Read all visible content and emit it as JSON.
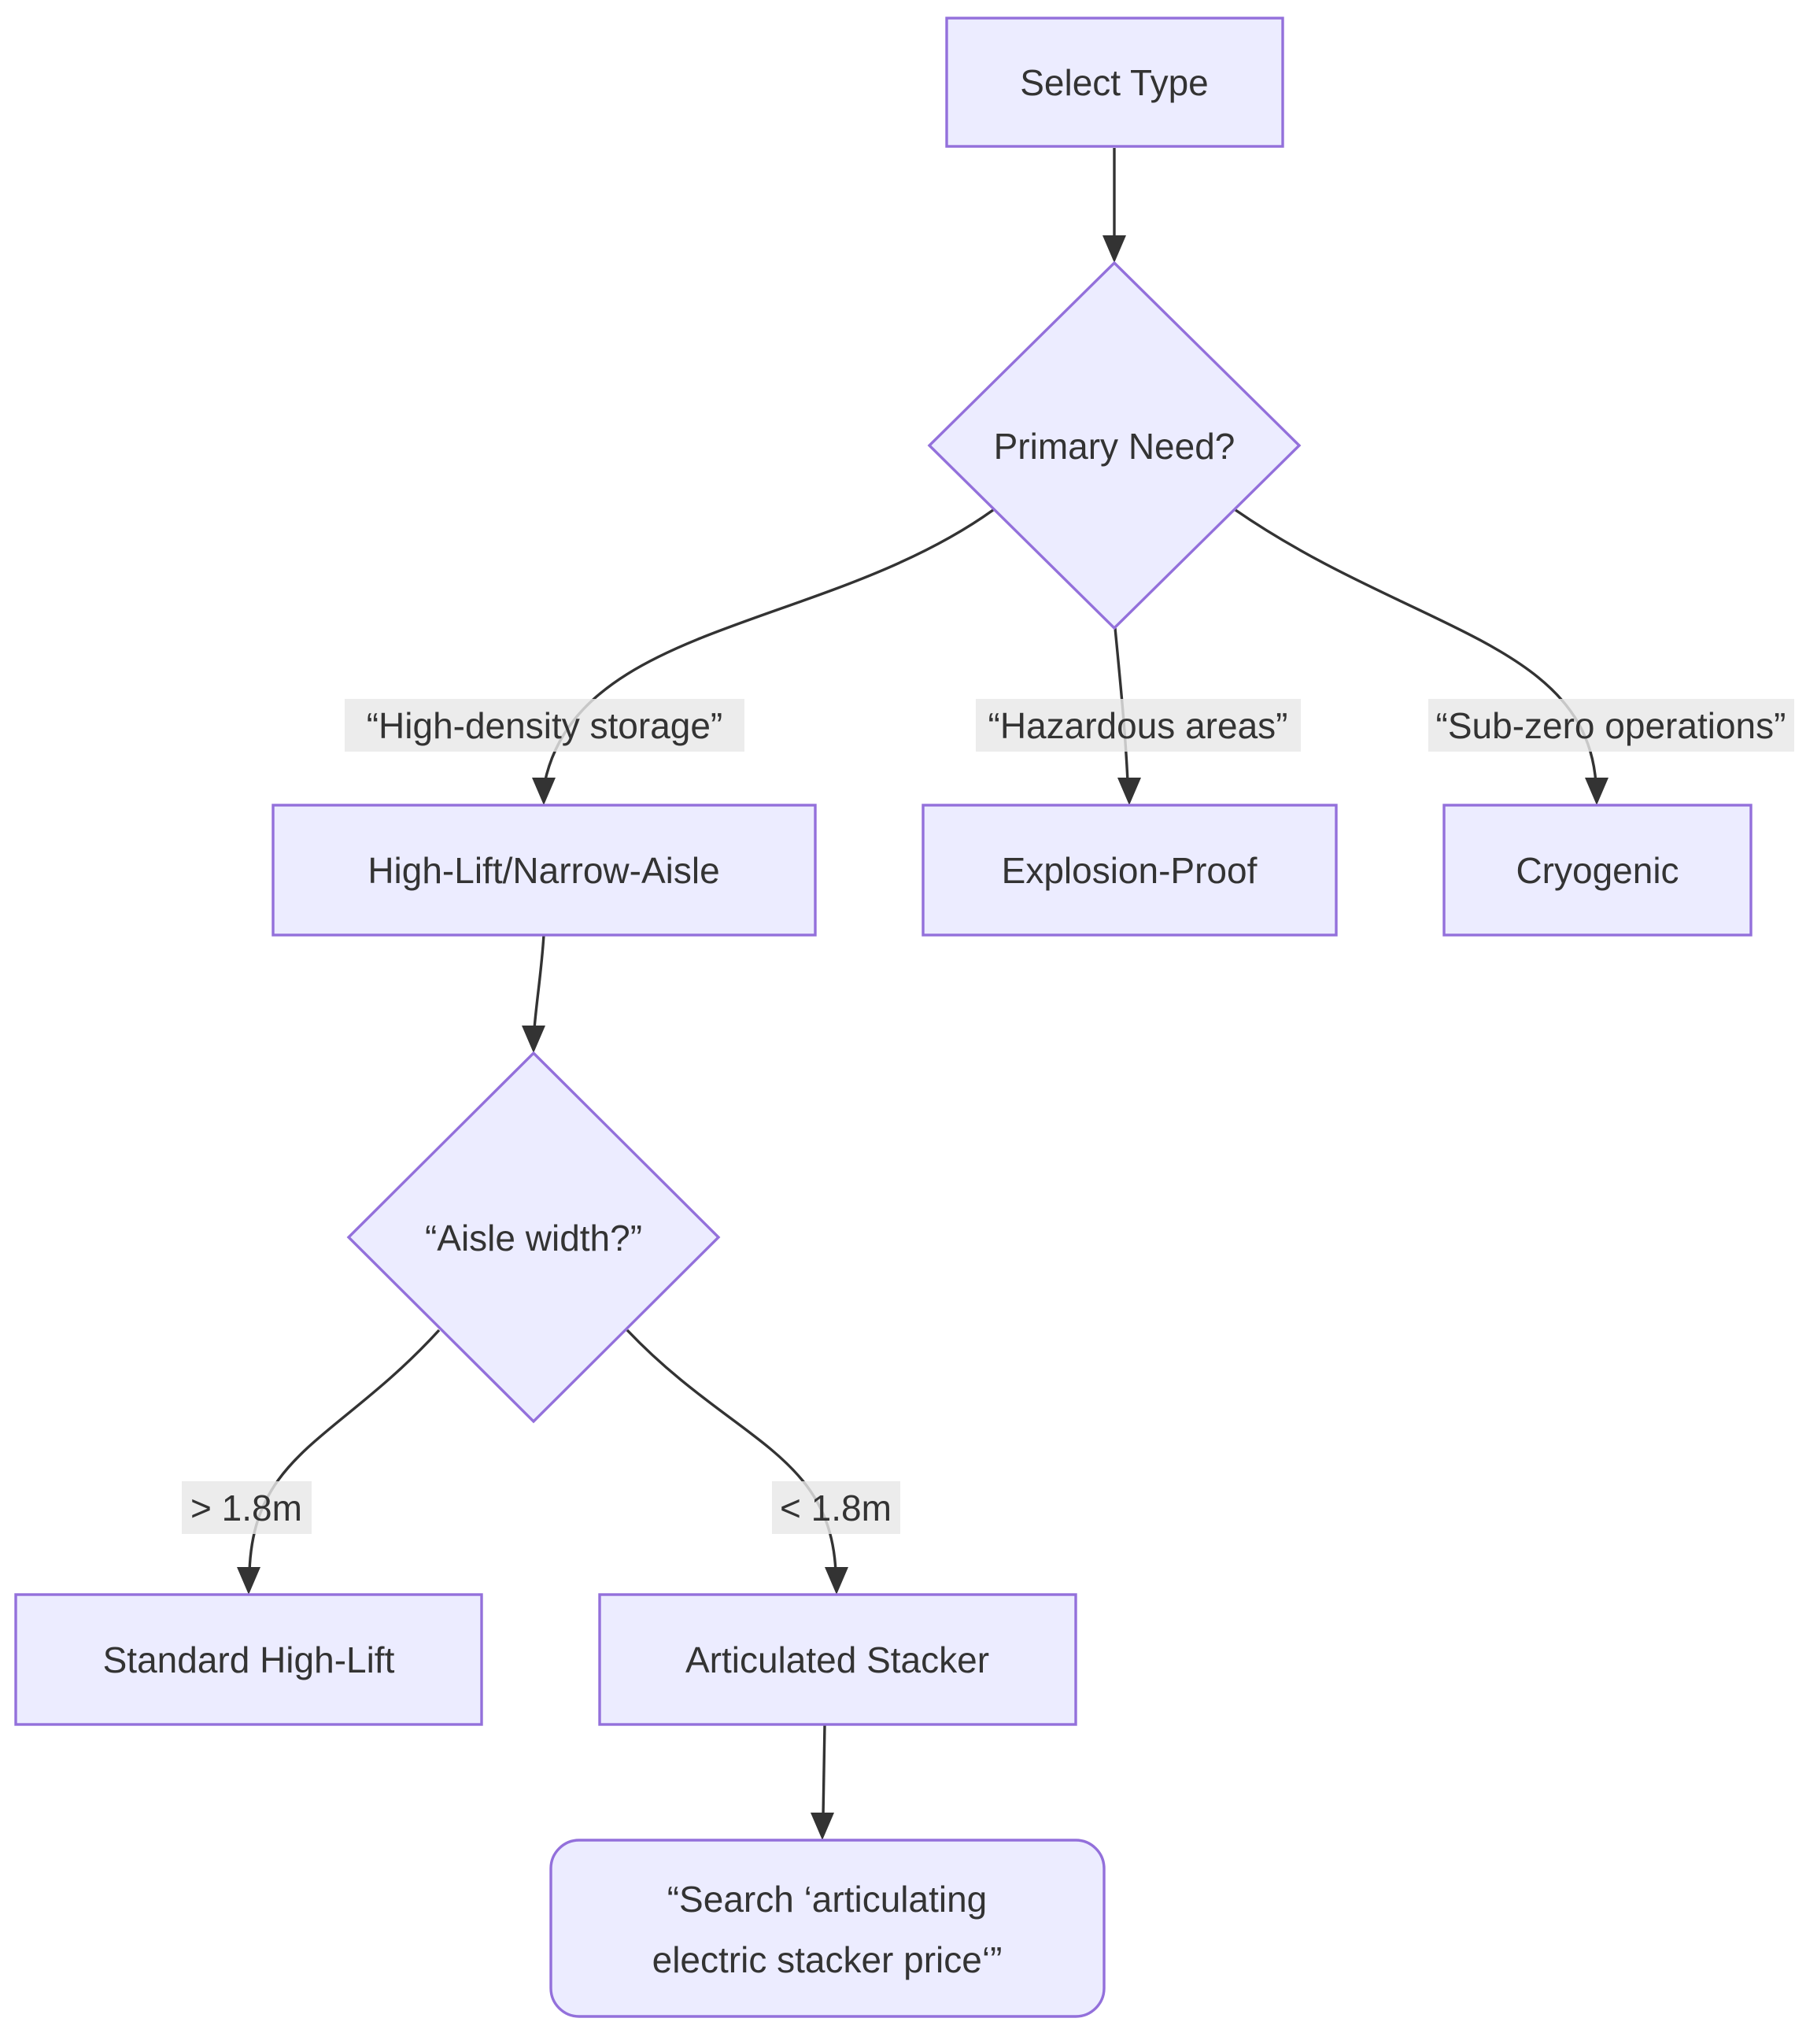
{
  "diagram": {
    "type": "flowchart-top-down",
    "background": "#ffffff",
    "style": {
      "node_fill": "#ECECFF",
      "node_border": "#9370DB",
      "edge_color": "#333333",
      "text_color": "#333333",
      "edge_label_bg": "#e8e8e8"
    },
    "nodes": {
      "select_type": {
        "shape": "rectangle",
        "label": "Select Type"
      },
      "primary_need": {
        "shape": "diamond",
        "label": "Primary Need?"
      },
      "high_lift_narrow_aisle": {
        "shape": "rectangle",
        "label": "High-Lift/Narrow-Aisle"
      },
      "explosion_proof": {
        "shape": "rectangle",
        "label": "Explosion-Proof"
      },
      "cryogenic": {
        "shape": "rectangle",
        "label": "Cryogenic"
      },
      "aisle_width": {
        "shape": "diamond",
        "label": "“Aisle width?”"
      },
      "standard_high_lift": {
        "shape": "rectangle",
        "label": "Standard High-Lift"
      },
      "articulated_stacker": {
        "shape": "rectangle",
        "label": "Articulated Stacker"
      },
      "search_action": {
        "shape": "rounded-rectangle",
        "label": "“Search ‘articulating electric stacker price‘”",
        "lines": [
          "“Search ‘articulating",
          "electric stacker price‘”"
        ]
      }
    },
    "edges": [
      {
        "from": "select_type",
        "to": "primary_need",
        "label": ""
      },
      {
        "from": "primary_need",
        "to": "high_lift_narrow_aisle",
        "label": "“High-density storage”"
      },
      {
        "from": "primary_need",
        "to": "explosion_proof",
        "label": "“Hazardous areas”"
      },
      {
        "from": "primary_need",
        "to": "cryogenic",
        "label": "“Sub-zero operations”"
      },
      {
        "from": "high_lift_narrow_aisle",
        "to": "aisle_width",
        "label": ""
      },
      {
        "from": "aisle_width",
        "to": "standard_high_lift",
        "label": "> 1.8m"
      },
      {
        "from": "aisle_width",
        "to": "articulated_stacker",
        "label": "< 1.8m"
      },
      {
        "from": "articulated_stacker",
        "to": "search_action",
        "label": ""
      }
    ]
  }
}
